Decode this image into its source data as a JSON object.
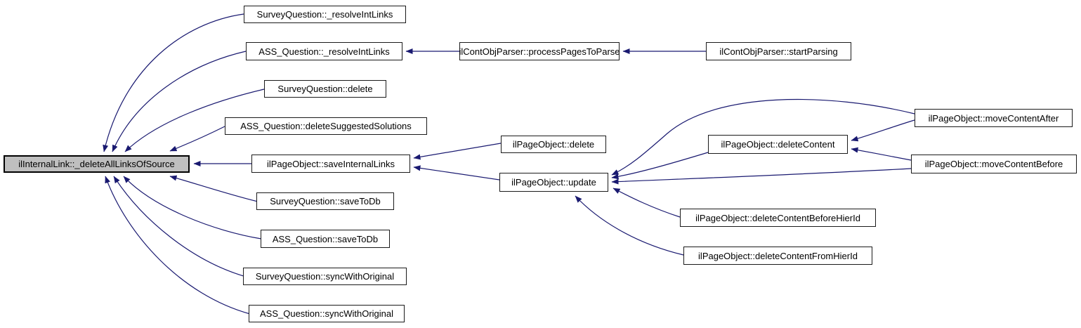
{
  "diagram": {
    "kind": "doxygen-caller-graph",
    "colors": {
      "background": "#ffffff",
      "edge": "#191970",
      "node_fill": "#ffffff",
      "node_border": "#1a1a1a",
      "current_node_fill": "#bfbfbf"
    },
    "nodes": [
      {
        "id": "deleteAllLinksOfSource",
        "label": "ilInternalLink::_deleteAllLinksOfSource",
        "current": true
      },
      {
        "id": "sq_resolveIntLinks",
        "label": "SurveyQuestion::_resolveIntLinks",
        "current": false
      },
      {
        "id": "ass_resolveIntLinks",
        "label": "ASS_Question::_resolveIntLinks",
        "current": false
      },
      {
        "id": "sq_delete",
        "label": "SurveyQuestion::delete",
        "current": false
      },
      {
        "id": "ass_deleteSuggested",
        "label": "ASS_Question::deleteSuggestedSolutions",
        "current": false
      },
      {
        "id": "po_saveInternalLinks",
        "label": "ilPageObject::saveInternalLinks",
        "current": false
      },
      {
        "id": "sq_saveToDb",
        "label": "SurveyQuestion::saveToDb",
        "current": false
      },
      {
        "id": "ass_saveToDb",
        "label": "ASS_Question::saveToDb",
        "current": false
      },
      {
        "id": "sq_syncWithOriginal",
        "label": "SurveyQuestion::syncWithOriginal",
        "current": false
      },
      {
        "id": "ass_syncWithOriginal",
        "label": "ASS_Question::syncWithOriginal",
        "current": false
      },
      {
        "id": "cop_processPagesToParse",
        "label": "ilContObjParser::processPagesToParse",
        "current": false
      },
      {
        "id": "po_delete",
        "label": "ilPageObject::delete",
        "current": false
      },
      {
        "id": "po_update",
        "label": "ilPageObject::update",
        "current": false
      },
      {
        "id": "cop_startParsing",
        "label": "ilContObjParser::startParsing",
        "current": false
      },
      {
        "id": "po_deleteContent",
        "label": "ilPageObject::deleteContent",
        "current": false
      },
      {
        "id": "po_deleteContentBeforeHierId",
        "label": "ilPageObject::deleteContentBeforeHierId",
        "current": false
      },
      {
        "id": "po_deleteContentFromHierId",
        "label": "ilPageObject::deleteContentFromHierId",
        "current": false
      },
      {
        "id": "po_moveContentAfter",
        "label": "ilPageObject::moveContentAfter",
        "current": false
      },
      {
        "id": "po_moveContentBefore",
        "label": "ilPageObject::moveContentBefore",
        "current": false
      }
    ],
    "edges": [
      {
        "from": "sq_resolveIntLinks",
        "to": "deleteAllLinksOfSource"
      },
      {
        "from": "ass_resolveIntLinks",
        "to": "deleteAllLinksOfSource"
      },
      {
        "from": "sq_delete",
        "to": "deleteAllLinksOfSource"
      },
      {
        "from": "ass_deleteSuggested",
        "to": "deleteAllLinksOfSource"
      },
      {
        "from": "po_saveInternalLinks",
        "to": "deleteAllLinksOfSource"
      },
      {
        "from": "sq_saveToDb",
        "to": "deleteAllLinksOfSource"
      },
      {
        "from": "ass_saveToDb",
        "to": "deleteAllLinksOfSource"
      },
      {
        "from": "sq_syncWithOriginal",
        "to": "deleteAllLinksOfSource"
      },
      {
        "from": "ass_syncWithOriginal",
        "to": "deleteAllLinksOfSource"
      },
      {
        "from": "cop_processPagesToParse",
        "to": "ass_resolveIntLinks"
      },
      {
        "from": "cop_startParsing",
        "to": "cop_processPagesToParse"
      },
      {
        "from": "po_delete",
        "to": "po_saveInternalLinks"
      },
      {
        "from": "po_update",
        "to": "po_saveInternalLinks"
      },
      {
        "from": "po_deleteContent",
        "to": "po_update"
      },
      {
        "from": "po_moveContentAfter",
        "to": "po_update"
      },
      {
        "from": "po_moveContentBefore",
        "to": "po_update"
      },
      {
        "from": "po_deleteContentBeforeHierId",
        "to": "po_update"
      },
      {
        "from": "po_deleteContentFromHierId",
        "to": "po_update"
      },
      {
        "from": "po_moveContentAfter",
        "to": "po_deleteContent"
      },
      {
        "from": "po_moveContentBefore",
        "to": "po_deleteContent"
      }
    ]
  }
}
